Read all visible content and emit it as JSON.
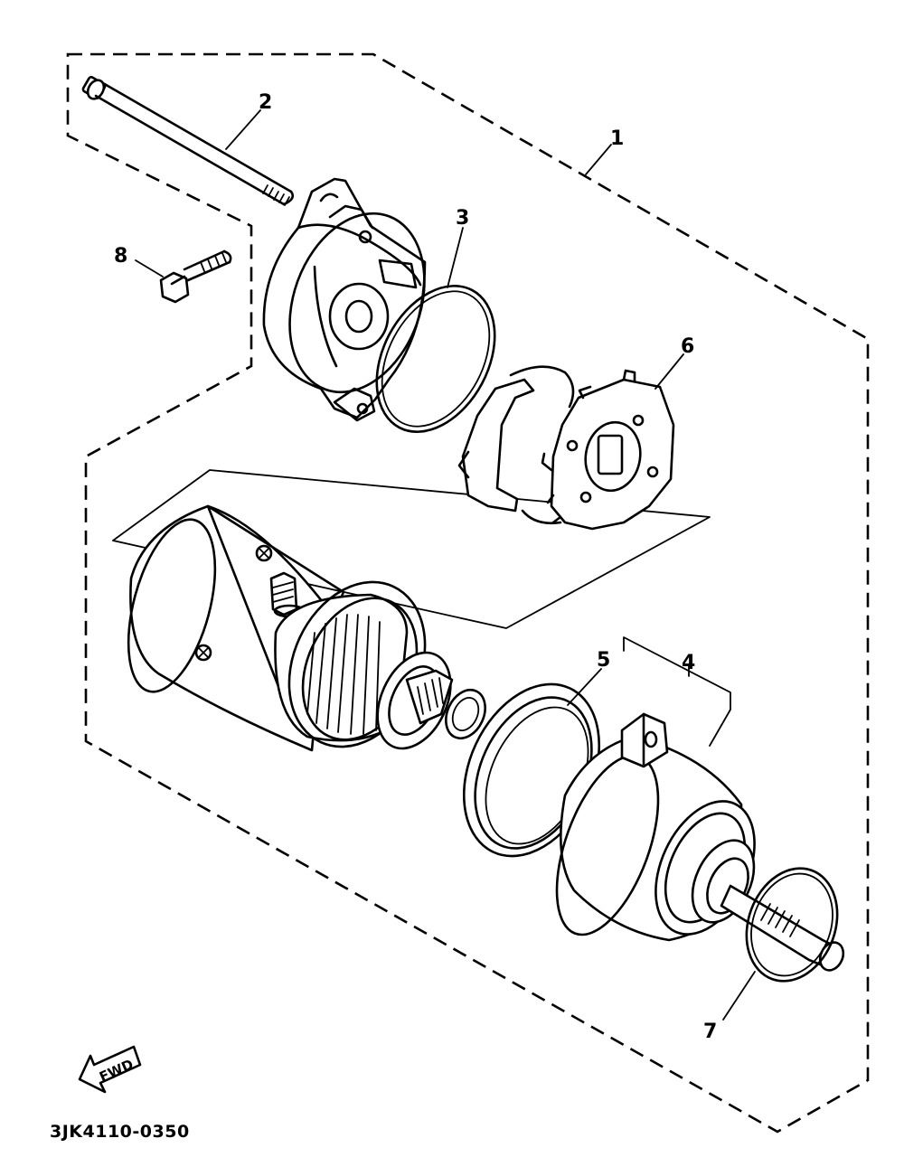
{
  "diagram": {
    "callouts": [
      {
        "id": "1",
        "label": "1"
      },
      {
        "id": "2",
        "label": "2"
      },
      {
        "id": "3",
        "label": "3"
      },
      {
        "id": "4",
        "label": "4"
      },
      {
        "id": "5",
        "label": "5"
      },
      {
        "id": "6",
        "label": "6"
      },
      {
        "id": "7",
        "label": "7"
      },
      {
        "id": "8",
        "label": "8"
      }
    ],
    "direction_label": "FWD",
    "drawing_code": "3JK4110-0350"
  }
}
